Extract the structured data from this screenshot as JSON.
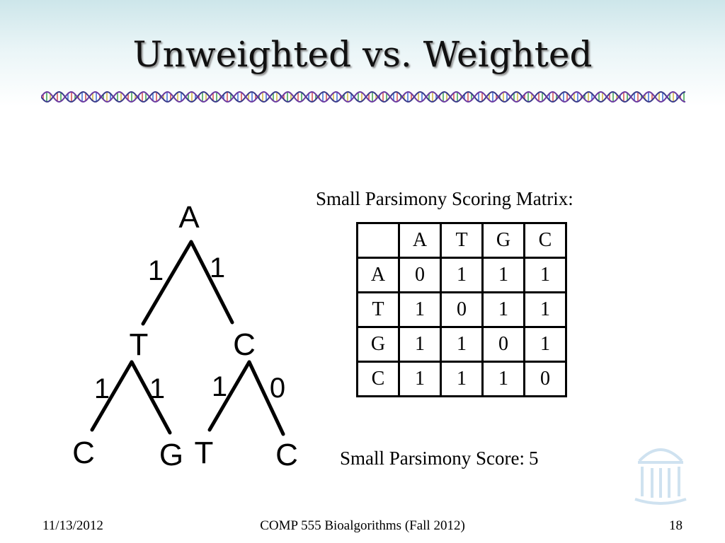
{
  "title": "Unweighted vs. Weighted",
  "tree": {
    "root": "A",
    "root_edge_weights": [
      "1",
      "1"
    ],
    "left_child": "T",
    "right_child": "C",
    "left_edge_weights": [
      "1",
      "1"
    ],
    "right_edge_weights": [
      "1",
      "0"
    ],
    "leaves": [
      "C",
      "G",
      "T",
      "C"
    ]
  },
  "matrix": {
    "caption": "Small Parsimony Scoring Matrix:",
    "header": [
      "",
      "A",
      "T",
      "G",
      "C"
    ],
    "rows": [
      [
        "A",
        "0",
        "1",
        "1",
        "1"
      ],
      [
        "T",
        "1",
        "0",
        "1",
        "1"
      ],
      [
        "G",
        "1",
        "1",
        "0",
        "1"
      ],
      [
        "C",
        "1",
        "1",
        "1",
        "0"
      ]
    ]
  },
  "score": {
    "label": "Small Parsimony Score:",
    "value": "5"
  },
  "footer": {
    "date": "11/13/2012",
    "course": "COMP 555 Bioalgorithms (Fall 2012)",
    "page": "18"
  },
  "colors": {
    "header_gradient_top": "#cde6ea",
    "dna_strand": "#3a3a8a",
    "logo": "#cfe2f0"
  }
}
